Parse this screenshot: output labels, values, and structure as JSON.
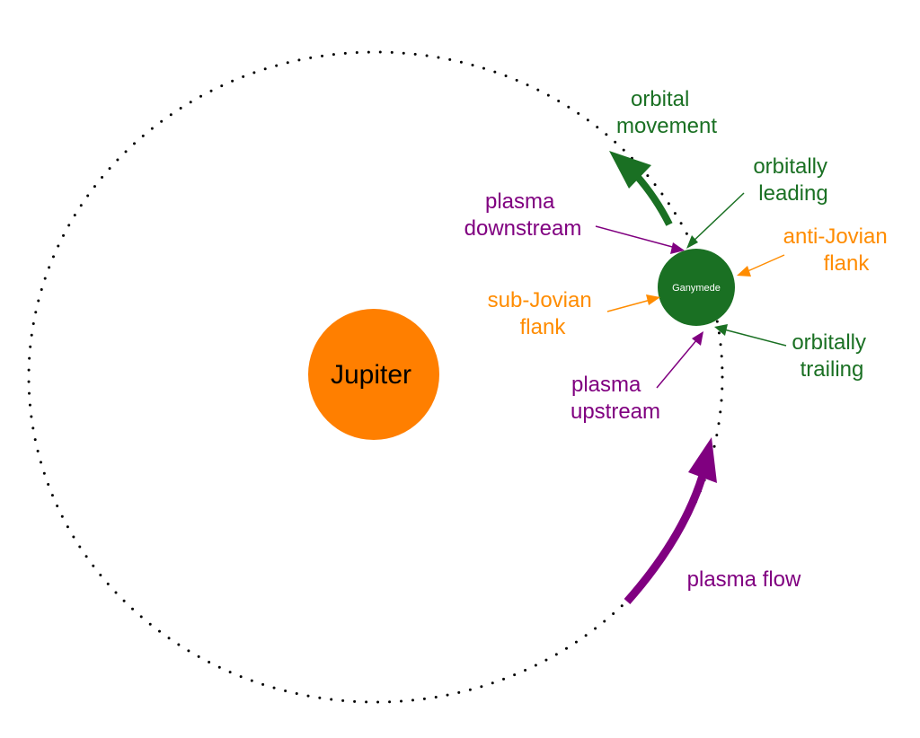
{
  "diagram": {
    "bodies": {
      "jupiter": "Jupiter",
      "ganymede": "Ganymede"
    },
    "labels": {
      "orbital_movement": [
        "orbital",
        "movement"
      ],
      "orbitally_leading": [
        "orbitally",
        "leading"
      ],
      "plasma_downstream": [
        "plasma",
        "downstream"
      ],
      "anti_jovian_flank": [
        "anti-Jovian",
        "flank"
      ],
      "sub_jovian_flank": [
        "sub-Jovian",
        "flank"
      ],
      "orbitally_trailing": [
        "orbitally",
        "trailing"
      ],
      "plasma_upstream": [
        "plasma",
        "upstream"
      ],
      "plasma_flow": [
        "plasma flow"
      ]
    },
    "colors": {
      "jupiter": "#ff7f00",
      "ganymede": "#1a7023",
      "green": "#1a7023",
      "orange": "#ff8c00",
      "purple": "#800080",
      "orbit": "#000000",
      "ganymede_text": "#ffffff",
      "jupiter_text": "#000000"
    }
  }
}
